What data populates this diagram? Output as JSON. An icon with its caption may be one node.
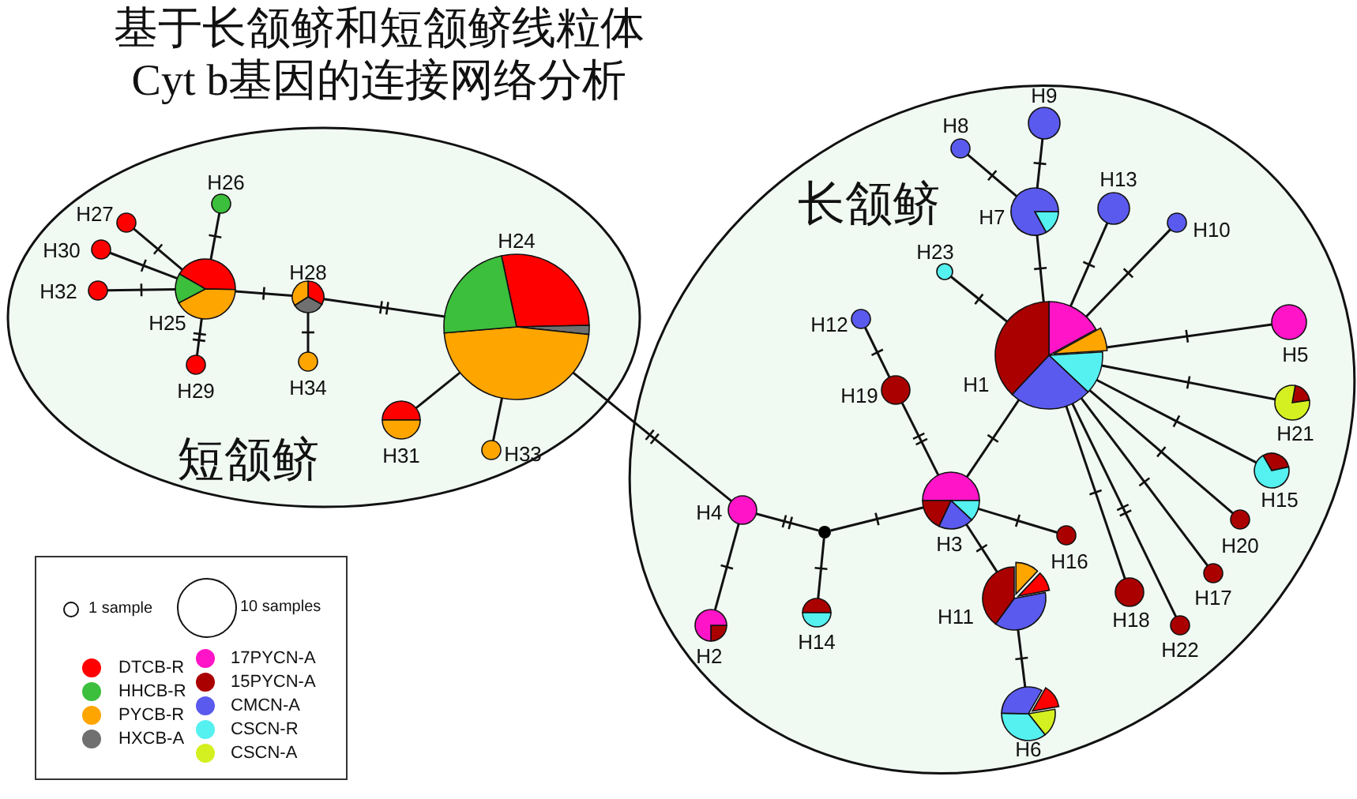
{
  "diagram": {
    "title": "基于长颔鲚和短颔鲚线粒体Cyt b基因的连接网络分析",
    "nodes": [
      {
        "text": [
          "短颔鲚"
        ]
      },
      {
        "text": [
          "长颔鲚"
        ]
      },
      {
        "text": [
          "H26"
        ],
        "in": 0
      },
      {
        "text": [
          "H27"
        ],
        "in": 0
      },
      {
        "text": [
          "H30"
        ],
        "in": 0
      },
      {
        "text": [
          "H32"
        ],
        "in": 0
      },
      {
        "text": [
          "H25"
        ],
        "in": 0
      },
      {
        "text": [
          "H28"
        ],
        "in": 0
      },
      {
        "text": [
          "H24"
        ],
        "in": 0
      },
      {
        "text": [
          "H29"
        ],
        "in": 0
      },
      {
        "text": [
          "H34"
        ],
        "in": 0
      },
      {
        "text": [
          "H31"
        ],
        "in": 0
      },
      {
        "text": [
          "H33"
        ],
        "in": 0
      },
      {
        "text": [
          "H9"
        ],
        "in": 1
      },
      {
        "text": [
          "H8"
        ],
        "in": 1
      },
      {
        "text": [
          "H7"
        ],
        "in": 1
      },
      {
        "text": [
          "H13"
        ],
        "in": 1
      },
      {
        "text": [
          "H10"
        ],
        "in": 1
      },
      {
        "text": [
          "H23"
        ],
        "in": 1
      },
      {
        "text": [
          "H12"
        ],
        "in": 1
      },
      {
        "text": [
          "H5"
        ],
        "in": 1
      },
      {
        "text": [
          "H1"
        ],
        "in": 1
      },
      {
        "text": [
          "H19"
        ],
        "in": 1
      },
      {
        "text": [
          "H21"
        ],
        "in": 1
      },
      {
        "text": [
          "H15"
        ],
        "in": 1
      },
      {
        "text": [
          "H4"
        ],
        "in": 1
      },
      {
        "text": [
          "H3"
        ],
        "in": 1
      },
      {
        "text": [
          "H20"
        ],
        "in": 1
      },
      {
        "text": [],
        "shape": "circle",
        "in": 1
      },
      {
        "text": [
          "H16"
        ],
        "in": 1
      },
      {
        "text": [
          "H17"
        ],
        "in": 1
      },
      {
        "text": [
          "H11"
        ],
        "in": 1
      },
      {
        "text": [
          "H18"
        ],
        "in": 1
      },
      {
        "text": [
          "H22"
        ],
        "in": 1
      },
      {
        "text": [
          "H14"
        ],
        "in": 1
      },
      {
        "text": [
          "H2"
        ],
        "in": 1
      },
      {
        "text": [
          "H6"
        ],
        "in": 1
      }
    ],
    "edges": [
      {
        "from": 6,
        "to": 2,
        "arrow": "none"
      },
      {
        "from": 6,
        "to": 3,
        "arrow": "none"
      },
      {
        "from": 6,
        "to": 4,
        "arrow": "none"
      },
      {
        "from": 6,
        "to": 5,
        "arrow": "none"
      },
      {
        "from": 6,
        "to": 9,
        "arrow": "none"
      },
      {
        "from": 6,
        "to": 7,
        "arrow": "none"
      },
      {
        "from": 7,
        "to": 10,
        "arrow": "none"
      },
      {
        "from": 7,
        "to": 8,
        "arrow": "none"
      },
      {
        "from": 8,
        "to": 11,
        "arrow": "none"
      },
      {
        "from": 8,
        "to": 12,
        "arrow": "none"
      },
      {
        "from": 8,
        "to": 25,
        "arrow": "none"
      },
      {
        "from": 25,
        "to": 35,
        "arrow": "none"
      },
      {
        "from": 25,
        "to": 28,
        "arrow": "none"
      },
      {
        "from": 28,
        "to": 34,
        "arrow": "none"
      },
      {
        "from": 28,
        "to": 26,
        "arrow": "none"
      },
      {
        "from": 26,
        "to": 21,
        "arrow": "none"
      },
      {
        "from": 26,
        "to": 22,
        "arrow": "none"
      },
      {
        "from": 22,
        "to": 19,
        "arrow": "none"
      },
      {
        "from": 26,
        "to": 29,
        "arrow": "none"
      },
      {
        "from": 26,
        "to": 31,
        "arrow": "none"
      },
      {
        "from": 31,
        "to": 36,
        "arrow": "none"
      },
      {
        "from": 21,
        "to": 18,
        "arrow": "none"
      },
      {
        "from": 21,
        "to": 15,
        "arrow": "none"
      },
      {
        "from": 15,
        "to": 14,
        "arrow": "none"
      },
      {
        "from": 15,
        "to": 13,
        "arrow": "none"
      },
      {
        "from": 21,
        "to": 16,
        "arrow": "none"
      },
      {
        "from": 21,
        "to": 17,
        "arrow": "none"
      },
      {
        "from": 21,
        "to": 20,
        "arrow": "none"
      },
      {
        "from": 21,
        "to": 23,
        "arrow": "none"
      },
      {
        "from": 21,
        "to": 24,
        "arrow": "none"
      },
      {
        "from": 21,
        "to": 27,
        "arrow": "none"
      },
      {
        "from": 21,
        "to": 30,
        "arrow": "none"
      },
      {
        "from": 21,
        "to": 33,
        "arrow": "none"
      },
      {
        "from": 21,
        "to": 32,
        "arrow": "none"
      }
    ],
    "legend": [
      {
        "text": "1 sample"
      },
      {
        "text": "10 samples"
      },
      {
        "text": "DTCB-R",
        "color": "#ff0000"
      },
      {
        "text": "HHCB-R",
        "color": "#3cbf3c"
      },
      {
        "text": "PYCB-R",
        "color": "#ffa500"
      },
      {
        "text": "HXCB-A",
        "color": "#707070"
      },
      {
        "text": "17PYCN-A",
        "color": "#ff14c8"
      },
      {
        "text": "15PYCN-A",
        "color": "#aa0000"
      },
      {
        "text": "CMCN-A",
        "color": "#5a5aee"
      },
      {
        "text": "CSCN-R",
        "color": "#55f0f0"
      },
      {
        "text": "CSCN-A",
        "color": "#d4f020"
      }
    ]
  }
}
